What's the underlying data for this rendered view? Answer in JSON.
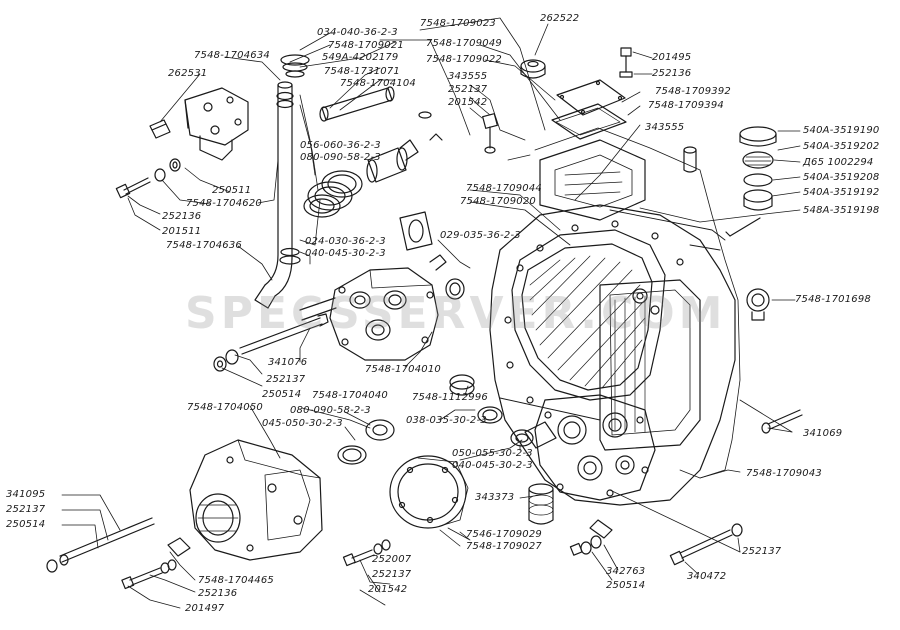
{
  "watermark": "SPECSSERVER.COM",
  "labels": {
    "l01": "7548-1704634",
    "l02": "262531",
    "l03": "034-040-36-2-3",
    "l04": "7548-1709021",
    "l05": "549A-4202179",
    "l06": "7548-1731071",
    "l07": "7548-1704104",
    "l08": "7548-1709023",
    "l09": "7548-1709049",
    "l10": "7548-1709022",
    "l11": "343555",
    "l12": "252137",
    "l13": "201542",
    "l14": "262522",
    "l15": "201495",
    "l16": "252136",
    "l17": "7548-1709392",
    "l18": "7548-1709394",
    "l19": "343555",
    "l20": "540A-3519190",
    "l21": "540A-3519202",
    "l22": "Д65 1002294",
    "l23": "540A-3519208",
    "l24": "540A-3519192",
    "l25": "548A-3519198",
    "l26": "056-060-36-2-3",
    "l27": "080-090-58-2-3",
    "l28": "250511",
    "l29": "7548-1704620",
    "l30": "252136",
    "l31": "201511",
    "l32": "7548-1704636",
    "l33": "024-030-36-2-3",
    "l34": "040-045-30-2-3",
    "l35": "7548-1709044",
    "l36": "7548-1709020",
    "l37": "029-035-36-2-3",
    "l38": "7548-1701698",
    "l39": "341076",
    "l40": "252137",
    "l41": "250514",
    "l42": "7548-1704010",
    "l43": "7548-1112996",
    "l44": "7548-1704050",
    "l45": "7548-1704040",
    "l46": "080-090-58-2-3",
    "l47": "045-050-30-2-3",
    "l48": "038-035-30-2-3",
    "l49": "341069",
    "l50": "050-055-30-2-3",
    "l51": "040-045-30-2-3",
    "l52": "7548-1709043",
    "l53": "343373",
    "l54": "341095",
    "l55": "252137",
    "l56": "250514",
    "l57": "7548-1704465",
    "l58": "252136",
    "l59": "201497",
    "l60": "252007",
    "l61": "252137",
    "l62": "201542",
    "l63": "7546-1709029",
    "l64": "7548-1709027",
    "l65": "342763",
    "l66": "250514",
    "l67": "252137",
    "l68": "340472"
  }
}
